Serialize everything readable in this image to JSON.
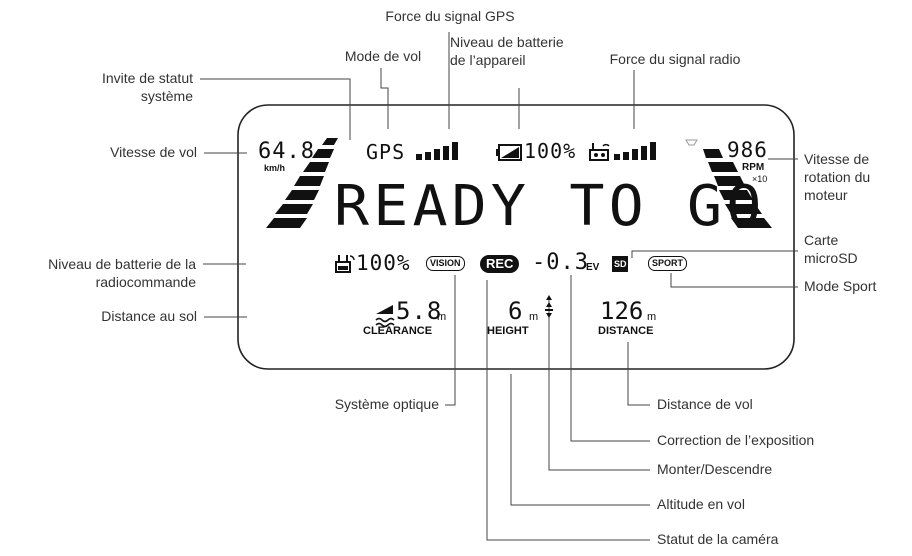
{
  "labels": {
    "gps_strength": "Force du signal GPS",
    "flight_mode": "Mode de vol",
    "aircraft_battery_1": "Niveau de batterie",
    "aircraft_battery_2": "de l’appareil",
    "radio_strength": "Force du signal radio",
    "system_status_1": "Invite de statut",
    "system_status_2": "système",
    "flight_speed": "Vitesse de vol",
    "motor_speed_1": "Vitesse de",
    "motor_speed_2": "rotation du",
    "motor_speed_3": "moteur",
    "microsd_1": "Carte",
    "microsd_2": "microSD",
    "rc_battery_1": "Niveau de batterie de la",
    "rc_battery_2": "radiocommande",
    "sport_mode": "Mode Sport",
    "ground_distance": "Distance au sol",
    "vision_system": "Système optique",
    "flight_distance": "Distance de vol",
    "exposure": "Correction de l’exposition",
    "ascend_descend": "Monter/Descendre",
    "altitude": "Altitude en vol",
    "camera_status": "Statut de la caméra"
  },
  "lcd": {
    "speed": "64.8",
    "speed_unit": "km/h",
    "gps": "GPS",
    "battery_pct": "100%",
    "rpm": "986",
    "rpm_unit": "RPM",
    "rpm_mult": "×10",
    "message": "READY TO GO",
    "rc_battery_pct": "100%",
    "vision": "VISION",
    "rec": "REC",
    "ev": "-0.3",
    "ev_unit": "EV",
    "sd": "SD",
    "sport": "SPORT",
    "clearance": "5.8",
    "clearance_unit": "m",
    "clearance_label": "CLEARANCE",
    "height": "6",
    "height_unit": "m",
    "height_label": "HEIGHT",
    "distance": "126",
    "distance_unit": "m",
    "distance_label": "DISTANCE"
  }
}
